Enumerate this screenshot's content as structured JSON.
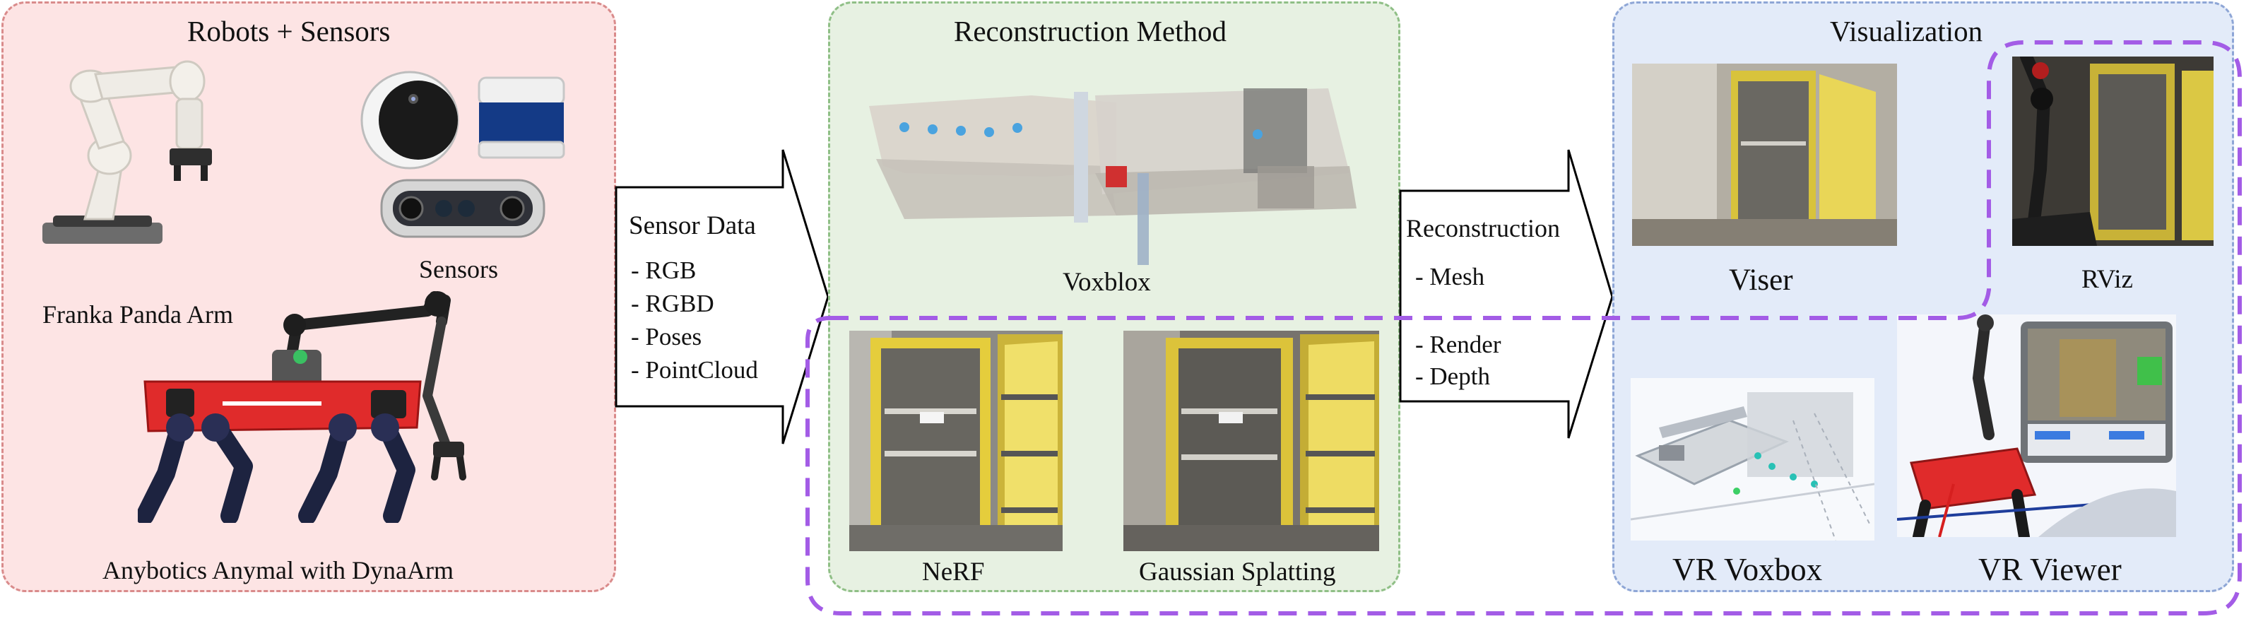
{
  "panels": {
    "robots": {
      "title": "Robots + Sensors",
      "sensors_label": "Sensors",
      "arm_label": "Franka Panda Arm",
      "quadruped_label": "Anybotics Anymal with DynaArm",
      "fill": "#fde4e4",
      "border": "#d98b8b"
    },
    "reconstruction": {
      "title": "Reconstruction Method",
      "voxblox_label": "Voxblox",
      "nerf_label": "NeRF",
      "splat_label": "Gaussian Splatting",
      "fill": "#e7f1e2",
      "border": "#8fbf86"
    },
    "visualization": {
      "title": "Visualization",
      "viser_label": "Viser",
      "rviz_label": "RViz",
      "vr_voxbox_label": "VR Voxbox",
      "vr_viewer_label": "VR Viewer",
      "fill": "#e3ebf9",
      "border": "#8ea6d6"
    }
  },
  "arrows": {
    "sensor": {
      "heading": "Sensor Data",
      "items": [
        "- RGB",
        "- RGBD",
        "- Poses",
        "- PointCloud"
      ]
    },
    "reconstruction": {
      "heading": "Reconstruction",
      "items_top": [
        "- Mesh"
      ],
      "items_bottom": [
        "- Render",
        "- Depth"
      ]
    }
  },
  "colors": {
    "purple_dash": "#a35ce6",
    "yellow_frame": "#e5cd3c",
    "robot_red": "#e02b2b"
  }
}
